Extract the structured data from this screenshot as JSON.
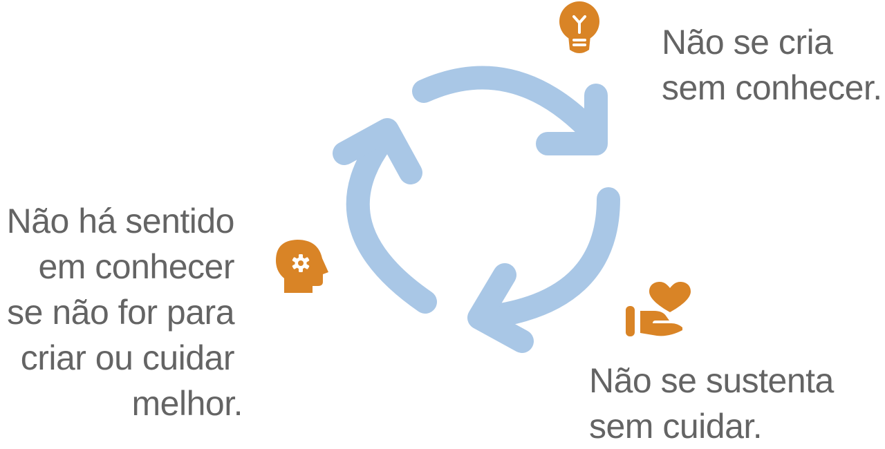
{
  "colors": {
    "arrow": "#A9C7E6",
    "icon": "#D98426",
    "text": "#646464",
    "background": "#FFFFFF"
  },
  "steps": [
    {
      "icon": "lightbulb-icon",
      "lines": [
        "Não se cria",
        "sem conhecer."
      ]
    },
    {
      "icon": "hand-heart-icon",
      "lines": [
        "Não se sustenta",
        "sem cuidar."
      ]
    },
    {
      "icon": "head-gear-icon",
      "lines": [
        "Não há sentido",
        "em conhecer",
        "se não for para",
        "criar ou cuidar",
        "melhor."
      ]
    }
  ]
}
